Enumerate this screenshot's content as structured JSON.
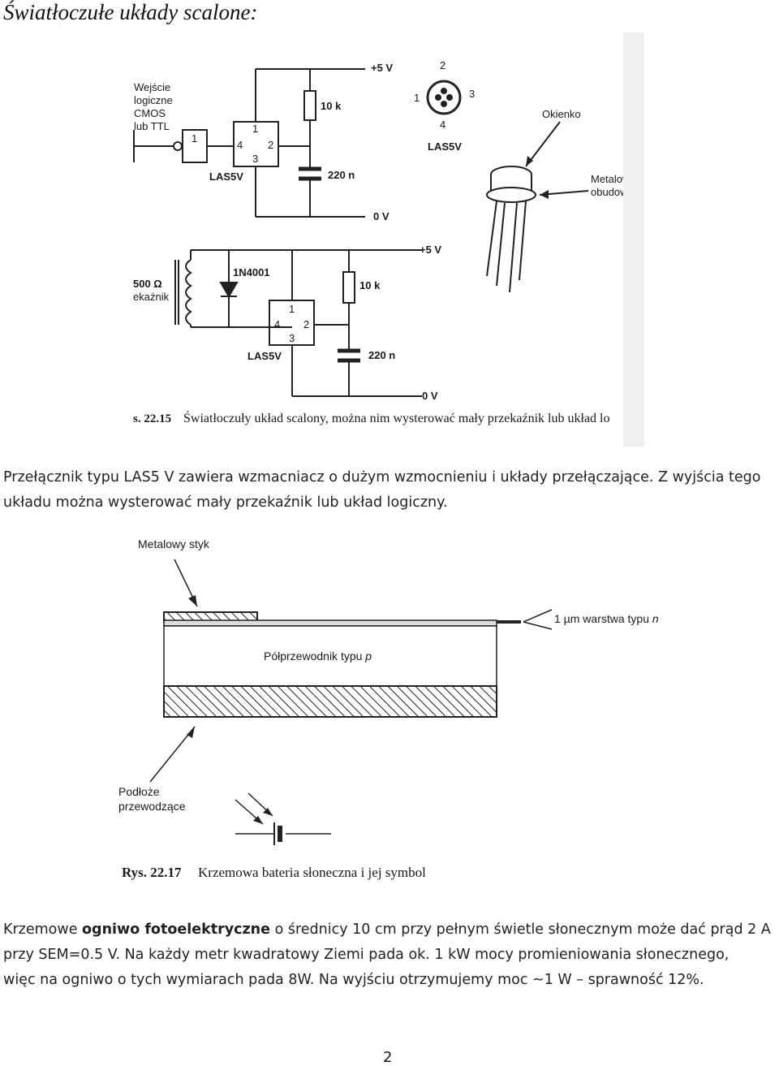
{
  "page": {
    "title": "Światłoczułe układy scalone:",
    "page_number": "2"
  },
  "figure1": {
    "top_circuit": {
      "input_label_lines": [
        "Wejście",
        "logiczne",
        "CMOS",
        "lub TTL"
      ],
      "gate_label": "1",
      "chip_label": "LAS5V",
      "pin_1": "1",
      "pin_2": "2",
      "pin_3": "3",
      "pin_4": "4",
      "resistor": "10 k",
      "capacitor": "220 n",
      "vplus": "+5 V",
      "vzero": "0 V"
    },
    "pinout": {
      "pin_1": "1",
      "pin_2": "2",
      "pin_3": "3",
      "pin_4": "4",
      "name": "LAS5V"
    },
    "package": {
      "window_label": "Okienko",
      "case_label_lines": [
        "Metalowa",
        "obudowa"
      ]
    },
    "bottom_circuit": {
      "relay_label_lines": [
        "500 Ω",
        "ekaźnik"
      ],
      "diode": "1N4001",
      "chip_label": "LAS5V",
      "pin_1": "1",
      "pin_2": "2",
      "pin_3": "3",
      "pin_4": "4",
      "resistor": "10 k",
      "capacitor": "220 n",
      "vplus": "+5 V",
      "vzero": "0 V"
    },
    "caption_num": "s. 22.15",
    "caption_text": "Światłoczuły układ scalony, można nim wysterować mały przekaźnik lub układ lo"
  },
  "paragraph1": {
    "line1": "Przełącznik typu LAS5 V zawiera wzmacniacz o dużym wzmocnieniu i układy przełączające. Z wyjścia tego",
    "line2": "układu można wysterować mały przekaźnik lub układ logiczny."
  },
  "figure2": {
    "contact_label": "Metalowy styk",
    "layer_label_num": "1 µm warstwa typu ",
    "layer_label_n": "n",
    "body_label": "Półprzewodnik typu ",
    "body_label_p": "p",
    "substrate_label_lines": [
      "Podłoże",
      "przewodzące"
    ],
    "caption_num": "Rys. 22.17",
    "caption_text": "Krzemowa bateria słoneczna i jej symbol"
  },
  "paragraph2": {
    "l1_a": "Krzemowe ",
    "l1_bold": "ogniwo fotoelektryczne",
    "l1_b": " o średnicy 10 cm przy pełnym świetle słonecznym może dać prąd 2 A",
    "line2": "przy SEM=0.5 V. Na każdy metr kwadratowy Ziemi pada ok. 1 kW mocy promieniowania słonecznego,",
    "line3": "więc na ogniwo o tych wymiarach pada 8W. Na wyjściu otrzymujemy moc ~1 W – sprawność 12%."
  }
}
